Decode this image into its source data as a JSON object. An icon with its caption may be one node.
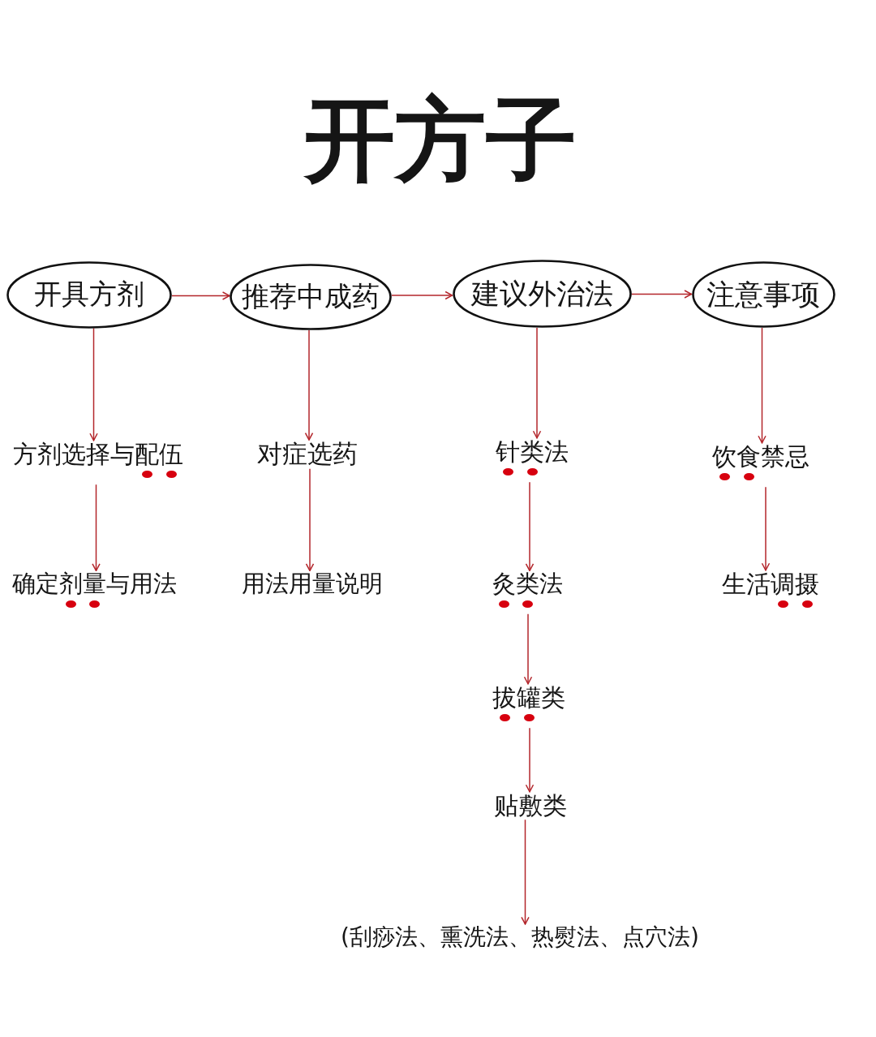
{
  "diagram": {
    "title": "开方子",
    "nodes": [
      {
        "text": [
          "开具方剂"
        ]
      },
      {
        "text": [
          "推荐中成药"
        ]
      },
      {
        "text": [
          "建议外治法"
        ]
      },
      {
        "text": [
          "注意事项"
        ]
      },
      {
        "text": [
          "方剂选择与配伍"
        ]
      },
      {
        "text": [
          "确定剂量与用法"
        ]
      },
      {
        "text": [
          "对症选药"
        ]
      },
      {
        "text": [
          "用法用量说明"
        ]
      },
      {
        "text": [
          "针类法"
        ]
      },
      {
        "text": [
          "灸类法"
        ]
      },
      {
        "text": [
          "拔罐类"
        ]
      },
      {
        "text": [
          "贴敷类"
        ]
      },
      {
        "text": [
          "(刮痧法、熏洗法、热熨法、点穴法)"
        ]
      },
      {
        "text": [
          "饮食禁忌"
        ]
      },
      {
        "text": [
          "生活调摄"
        ]
      }
    ],
    "edges": [
      {
        "from": 0,
        "to": 1,
        "arrow": "to"
      },
      {
        "from": 1,
        "to": 2,
        "arrow": "to"
      },
      {
        "from": 2,
        "to": 3,
        "arrow": "to"
      },
      {
        "from": 0,
        "to": 4,
        "arrow": "to"
      },
      {
        "from": 4,
        "to": 5,
        "arrow": "to"
      },
      {
        "from": 1,
        "to": 6,
        "arrow": "to"
      },
      {
        "from": 6,
        "to": 7,
        "arrow": "to"
      },
      {
        "from": 2,
        "to": 8,
        "arrow": "to"
      },
      {
        "from": 8,
        "to": 9,
        "arrow": "to"
      },
      {
        "from": 9,
        "to": 10,
        "arrow": "to"
      },
      {
        "from": 10,
        "to": 11,
        "arrow": "to"
      },
      {
        "from": 11,
        "to": 12,
        "arrow": "to"
      },
      {
        "from": 3,
        "to": 13,
        "arrow": "to"
      },
      {
        "from": 13,
        "to": 14,
        "arrow": "to"
      }
    ]
  }
}
